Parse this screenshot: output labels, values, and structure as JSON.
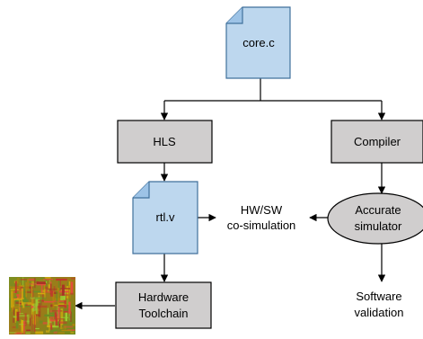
{
  "nodes": {
    "core_c": "core.c",
    "hls": "HLS",
    "compiler": "Compiler",
    "rtl_v": "rtl.v",
    "accurate_simulator": [
      "Accurate",
      "simulator"
    ],
    "hardware_toolchain": [
      "Hardware",
      "Toolchain"
    ]
  },
  "labels": {
    "cosim": [
      "HW/SW",
      "co-simulation"
    ],
    "software_validation": [
      "Software",
      "validation"
    ]
  },
  "colors": {
    "file_fill": "#bdd7ee",
    "file_stroke": "#41719c",
    "process_fill": "#d0cece",
    "process_stroke": "#000000",
    "line": "#000000"
  }
}
